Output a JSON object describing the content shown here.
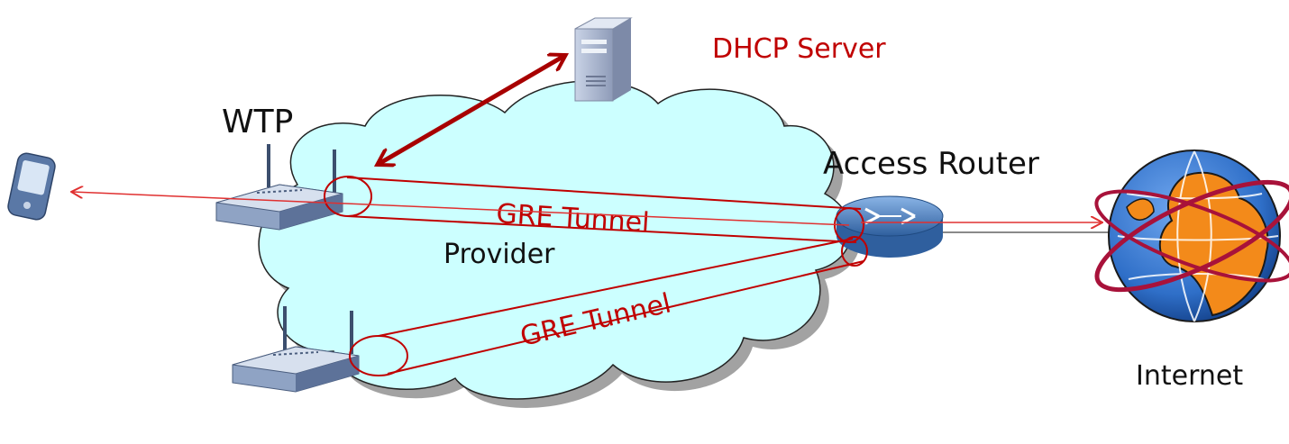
{
  "labels": {
    "dhcp_server": "DHCP Server",
    "wtp": "WTP",
    "access_router": "Access Router",
    "provider": "Provider",
    "gre_tunnel_1": "GRE Tunnel",
    "gre_tunnel_2": "GRE Tunnel",
    "internet": "Internet"
  },
  "colors": {
    "tunnel": "#c00000",
    "label_red": "#c00000",
    "cloud_fill": "#ccffff",
    "cloud_stroke": "#222222",
    "flow_arrow": "#e03030",
    "router": "#4f86c6",
    "ap": "#6a82a8",
    "globe_ocean": "#2f6fc8",
    "globe_land": "#f38a1a"
  },
  "icons": {
    "dhcp_server": "server-icon",
    "wtp_top": "wireless-access-point-icon",
    "wtp_bottom": "wireless-access-point-icon",
    "access_router": "router-icon",
    "client": "mobile-device-icon",
    "internet": "globe-icon"
  }
}
